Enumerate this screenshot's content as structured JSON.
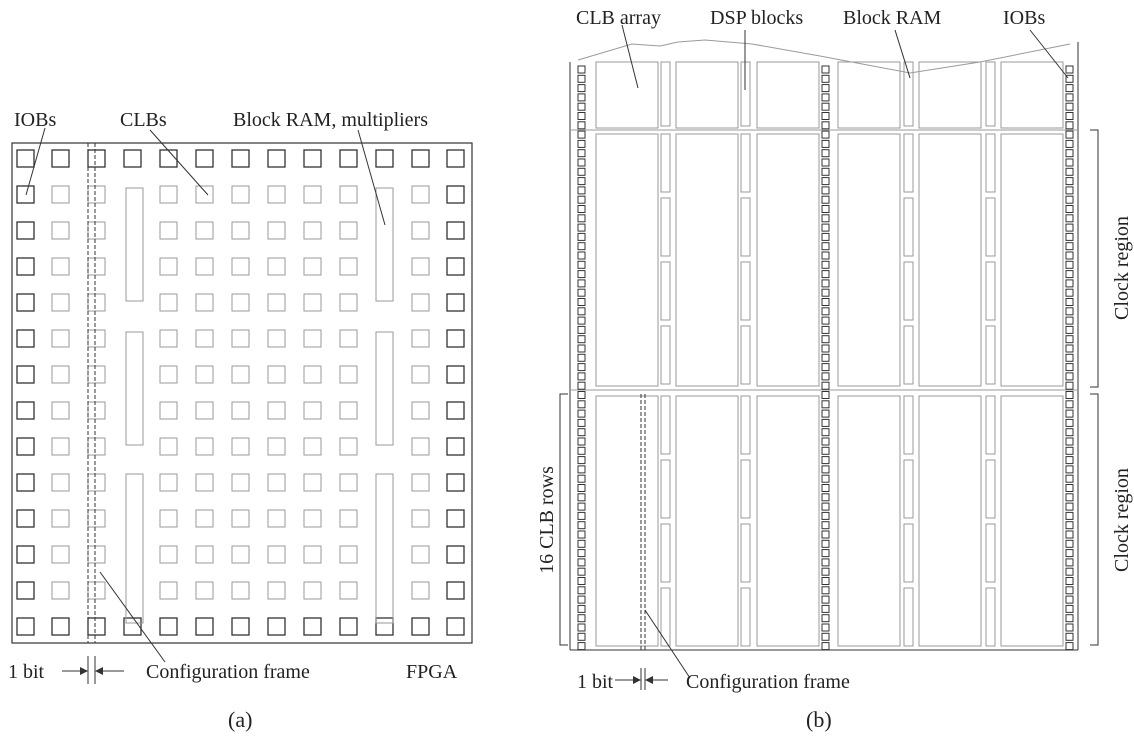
{
  "figure_a": {
    "labels": {
      "iobs": "IOBs",
      "clbs": "CLBs",
      "bram": "Block RAM, multipliers",
      "bit": "1 bit",
      "frame": "Configuration frame",
      "fpga": "FPGA"
    },
    "caption": "(a)"
  },
  "figure_b": {
    "labels": {
      "clb_array": "CLB array",
      "dsp": "DSP blocks",
      "bram": "Block RAM",
      "iobs": "IOBs",
      "clock_region_top": "Clock region",
      "clock_region_bottom": "Clock region",
      "clb_rows": "16 CLB rows",
      "bit": "1 bit",
      "frame": "Configuration frame"
    },
    "caption": "(b)"
  },
  "colors": {
    "dark": "#333333",
    "light": "#9a9a9a"
  }
}
